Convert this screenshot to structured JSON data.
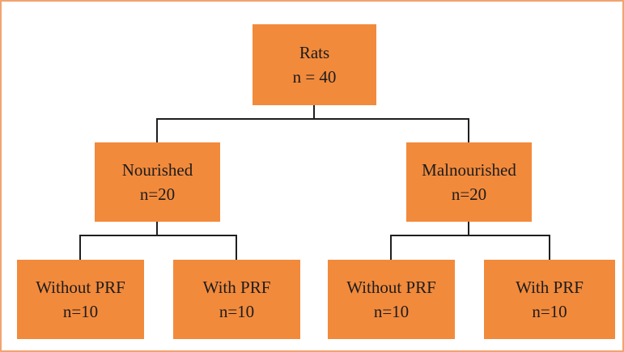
{
  "diagram": {
    "type": "flowchart-tree",
    "description": "Study design allocation tree of rats into nourished/malnourished groups with and without PRF",
    "colors": {
      "box_fill": "#f28a3c",
      "frame_border": "#f2a36f",
      "frame_bg": "#ffffff",
      "line_color": "#1f1f1f",
      "text_color": "#1c1c1c"
    },
    "nodes": [
      {
        "id": "rats",
        "label": "Rats",
        "sublabel": "n = 40",
        "parent": null
      },
      {
        "id": "nourished",
        "label": "Nourished",
        "sublabel": "n=20",
        "parent": "rats"
      },
      {
        "id": "malnourished",
        "label": "Malnourished",
        "sublabel": "n=20",
        "parent": "rats"
      },
      {
        "id": "nourished-without-prf",
        "label": "Without PRF",
        "sublabel": "n=10",
        "parent": "nourished"
      },
      {
        "id": "nourished-with-prf",
        "label": "With PRF",
        "sublabel": "n=10",
        "parent": "nourished"
      },
      {
        "id": "malnourished-without-prf",
        "label": "Without PRF",
        "sublabel": "n=10",
        "parent": "malnourished"
      },
      {
        "id": "malnourished-with-prf",
        "label": "With PRF",
        "sublabel": "n=10",
        "parent": "malnourished"
      }
    ]
  }
}
